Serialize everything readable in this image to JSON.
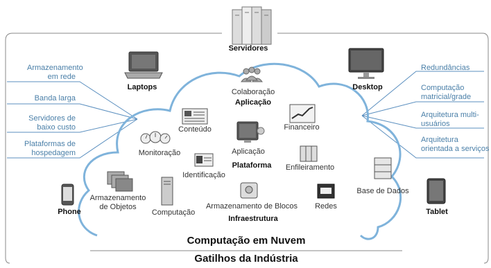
{
  "top_device": "Servidores",
  "devices": {
    "laptops": "Laptops",
    "desktop": "Desktop",
    "phone": "Phone",
    "tablet": "Tablet"
  },
  "left_items": [
    "Armazenamento em rede",
    "Banda larga",
    "Servidores de baixo custo",
    "Plataformas de hospedagem"
  ],
  "right_items": [
    "Redundâncias",
    "Computação matricial/grade",
    "Arquitetura multi-usuários",
    "Arquitetura orientada a serviços"
  ],
  "layers": {
    "application": {
      "title": "Aplicação",
      "items": {
        "colaboracao": "Colaboração",
        "conteudo": "Conteúdo",
        "financeiro": "Financeiro",
        "monitoracao": "Monitoração"
      }
    },
    "platform": {
      "title": "Plataforma",
      "items": {
        "aplicacao": "Aplicação",
        "identificacao": "Identificação",
        "enfileiramento": "Enfileiramento",
        "base_dados": "Base de Dados"
      }
    },
    "infrastructure": {
      "title": "Infraestrutura",
      "items": {
        "armazenamento_objetos": "Armazenamento de Objetos",
        "computacao": "Computação",
        "armazenamento_blocos": "Armazenamento de Blocos",
        "redes": "Redes"
      }
    }
  },
  "cloud_title": "Computação em Nuvem",
  "footer_title": "Gatilhos da Indústria",
  "colors": {
    "cloud_stroke": "#7fb3db",
    "accent_line": "#4a86b8"
  }
}
